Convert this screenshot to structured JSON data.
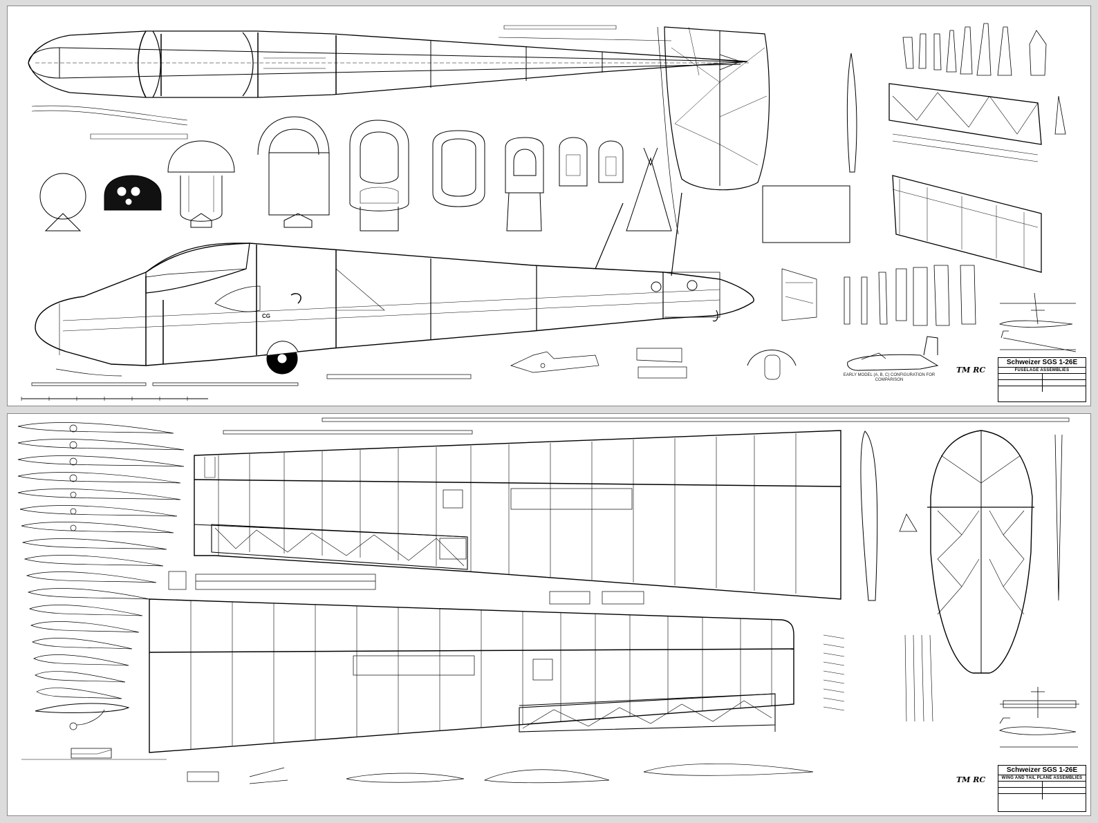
{
  "sheet1": {
    "title": "Schweizer SGS 1-26E",
    "subtitle": "FUSELAGE ASSEMBLIES",
    "note": "EARLY MODEL (A, B, C) CONFIGURATION FOR COMPARISON",
    "cg_label": "CG",
    "logo": "TM RC"
  },
  "sheet2": {
    "title": "Schweizer SGS 1-26E",
    "subtitle": "WING AND TAIL PLANE ASSEMBLIES",
    "logo": "TM RC"
  }
}
